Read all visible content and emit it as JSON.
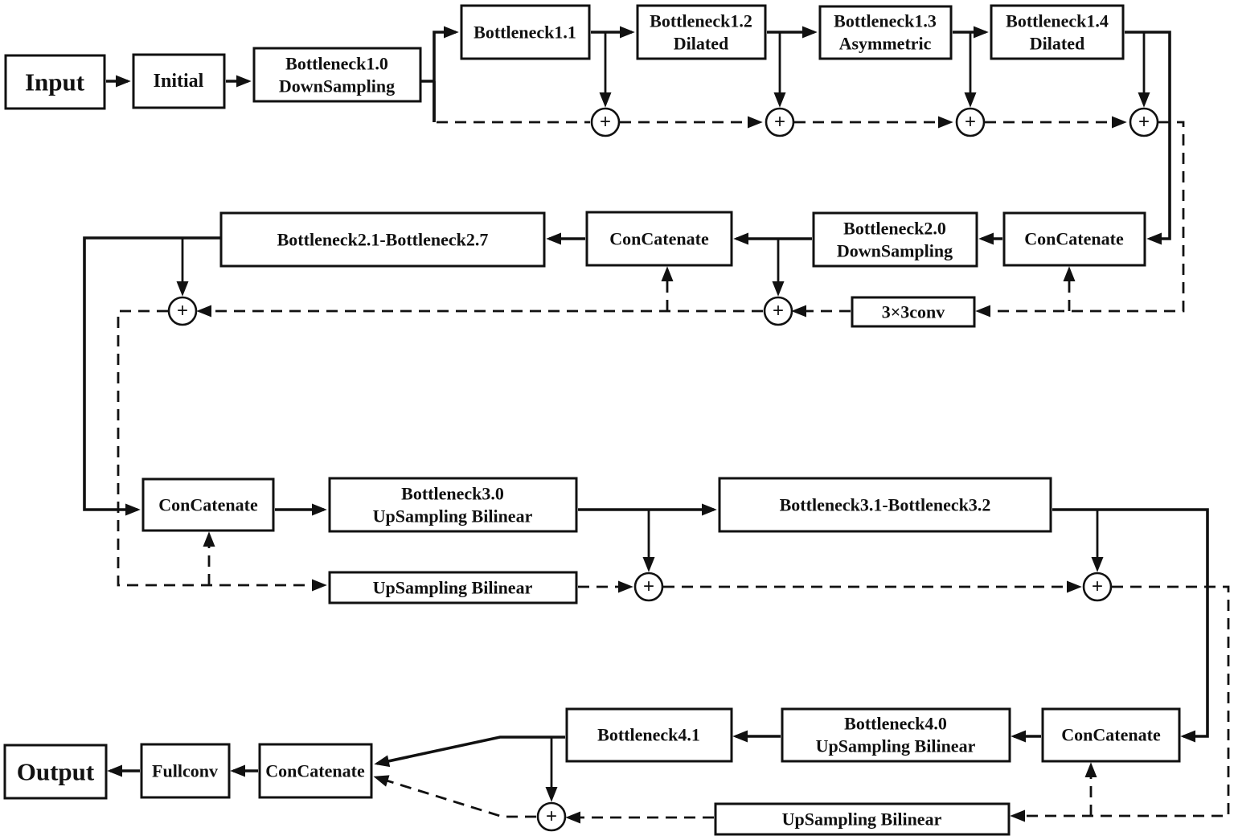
{
  "colors": {
    "ink": "#111111",
    "background": "#ffffff"
  },
  "ops": {
    "plus": "+"
  },
  "nodes": {
    "input": {
      "label": "Input"
    },
    "initial": {
      "label": "Initial"
    },
    "b10": {
      "line1": "Bottleneck1.0",
      "line2": "DownSampling"
    },
    "b11": {
      "label": "Bottleneck1.1"
    },
    "b12": {
      "line1": "Bottleneck1.2",
      "line2": "Dilated"
    },
    "b13": {
      "line1": "Bottleneck1.3",
      "line2": "Asymmetric"
    },
    "b14": {
      "line1": "Bottleneck1.4",
      "line2": "Dilated"
    },
    "b21_27": {
      "label": "Bottleneck2.1-Bottleneck2.7"
    },
    "cc2mid": {
      "label": "ConCatenate"
    },
    "b20": {
      "line1": "Bottleneck2.0",
      "line2": "DownSampling"
    },
    "cc2r": {
      "label": "ConCatenate"
    },
    "conv33": {
      "label": "3×3conv"
    },
    "cc3": {
      "label": "ConCatenate"
    },
    "b30": {
      "line1": "Bottleneck3.0",
      "line2": "UpSampling Bilinear"
    },
    "b31_32": {
      "label": "Bottleneck3.1-Bottleneck3.2"
    },
    "us3": {
      "label": "UpSampling Bilinear"
    },
    "b41": {
      "label": "Bottleneck4.1"
    },
    "b40": {
      "line1": "Bottleneck4.0",
      "line2": "UpSampling Bilinear"
    },
    "cc4r": {
      "label": "ConCatenate"
    },
    "us4": {
      "label": "UpSampling Bilinear"
    },
    "cc4l": {
      "label": "ConCatenate"
    },
    "fullconv": {
      "label": "Fullconv"
    },
    "output": {
      "label": "Output"
    }
  }
}
